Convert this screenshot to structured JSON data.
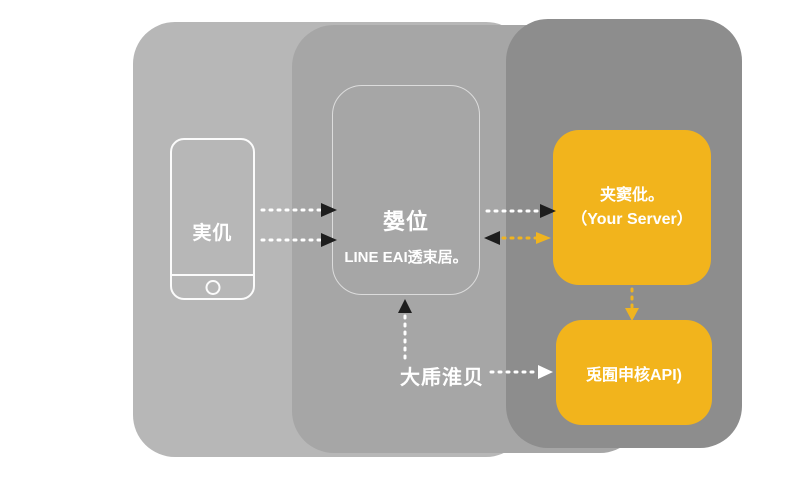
{
  "colors": {
    "background": "#ffffff",
    "panel_left": "#b7b7b7",
    "panel_middle": "#a6a6a6",
    "panel_right": "#8d8d8d",
    "accent_yellow": "#f2b41c",
    "text_white": "#ffffff",
    "arrow_dash_white": "#ffffff",
    "arrow_head_dark": "#1d1d1d",
    "arrow_yellow": "#f0b41f"
  },
  "diagram": {
    "left_panel": {
      "phone_label": "実仉"
    },
    "middle_panel": {
      "box_title": "嫢位",
      "box_subtitle": "LINE EAI透束居。"
    },
    "right_panel": {
      "server_box": {
        "line1": "夹窦仳。",
        "line2": "（Your Server）"
      },
      "api_box": {
        "label": "兎囿申核API)"
      }
    },
    "flow_label": "大乕淮贝"
  }
}
